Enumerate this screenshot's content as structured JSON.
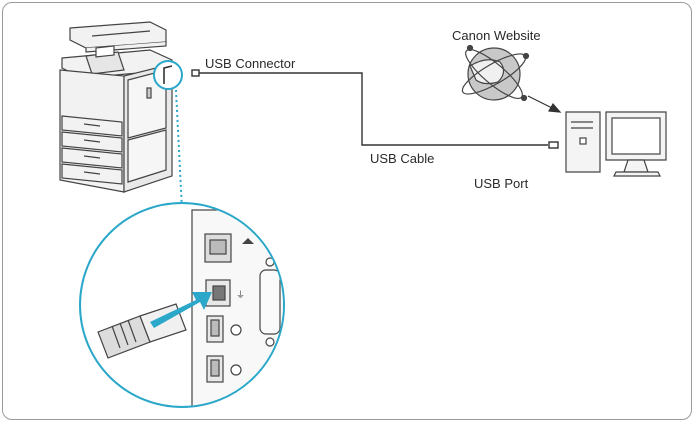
{
  "labels": {
    "usb_connector": "USB Connector",
    "usb_cable": "USB Cable",
    "usb_port": "USB Port",
    "canon_website": "Canon Website"
  },
  "colors": {
    "callout": "#2aa7c9",
    "arrow": "#2aa7c9",
    "line": "#333333"
  },
  "icons": [
    "printer-icon",
    "globe-icon",
    "computer-icon",
    "usb-plug-icon",
    "usb-port-panel-icon"
  ]
}
